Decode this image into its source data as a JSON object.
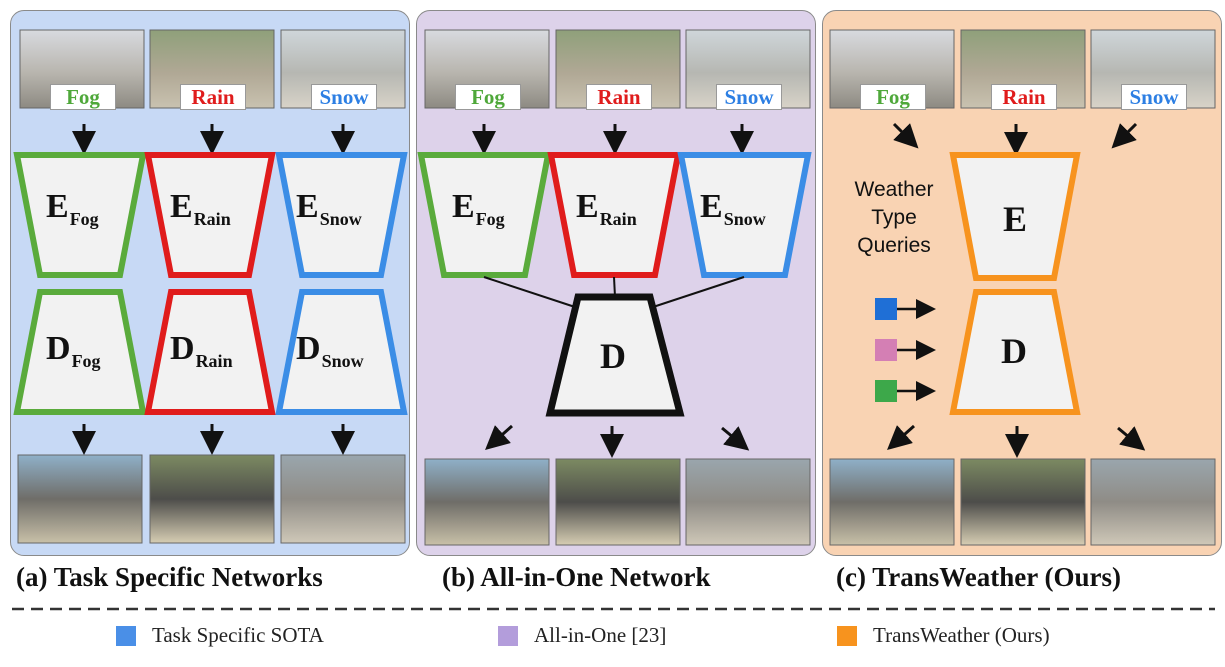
{
  "panels": {
    "a": {
      "caption": "(a)  Task Specific Networks",
      "bg": "#c7d9f5"
    },
    "b": {
      "caption": "(b) All-in-One Network",
      "bg": "#ddd2ea"
    },
    "c": {
      "caption": "(c) TransWeather (Ours)",
      "bg": "#f9d3b3"
    }
  },
  "weather_labels": {
    "fog": {
      "text": "Fog",
      "color": "#4fa83a"
    },
    "rain": {
      "text": "Rain",
      "color": "#e01c1c"
    },
    "snow": {
      "text": "Snow",
      "color": "#2d7fe3"
    }
  },
  "encoders": {
    "fog": {
      "main": "E",
      "sub": "Fog"
    },
    "rain": {
      "main": "E",
      "sub": "Rain"
    },
    "snow": {
      "main": "E",
      "sub": "Snow"
    },
    "shared": {
      "main": "E"
    }
  },
  "decoders": {
    "fog": {
      "main": "D",
      "sub": "Fog"
    },
    "rain": {
      "main": "D",
      "sub": "Rain"
    },
    "snow": {
      "main": "D",
      "sub": "Snow"
    },
    "shared": {
      "main": "D"
    }
  },
  "queries": {
    "text": "Weather Type Queries",
    "colors": [
      "#1f6fd6",
      "#d47fb4",
      "#3da84a"
    ]
  },
  "colors": {
    "fog": "#5aab3c",
    "rain": "#e01c1c",
    "snow": "#3b8de6",
    "black": "#111111",
    "orange": "#f7931e"
  },
  "legend": [
    {
      "label": "Task Specific SOTA",
      "color": "#4a8fe7"
    },
    {
      "label": "All-in-One [23]",
      "color": "#b39ddb"
    },
    {
      "label": "TransWeather (Ours)",
      "color": "#f7931e"
    }
  ]
}
